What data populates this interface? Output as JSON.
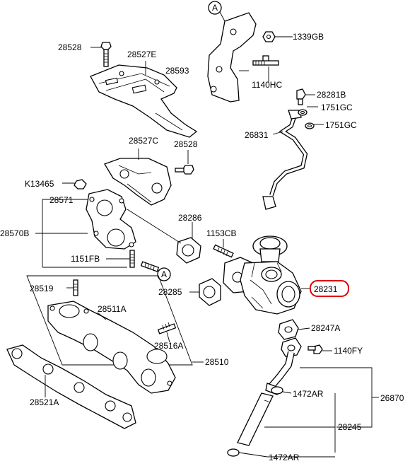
{
  "highlight_color": "#e00000",
  "callout_ref": "A",
  "labels": {
    "p1339GB": "1339GB",
    "p28528_top": "28528",
    "p28527E": "28527E",
    "p28593": "28593",
    "p1140HC": "1140HC",
    "p28281B": "28281B",
    "p1751GC_a": "1751GC",
    "p1751GC_b": "1751GC",
    "p26831": "26831",
    "p28527C": "28527C",
    "p28528_mid": "28528",
    "pK13465": "K13465",
    "p28571": "28571",
    "p28570B": "28570B",
    "p28286": "28286",
    "p1153CB": "1153CB",
    "p1151FB": "1151FB",
    "p28231": "28231",
    "p28519": "28519",
    "p28285": "28285",
    "p28511A": "28511A",
    "p28247A": "28247A",
    "p28516A": "28516A",
    "p1140FY": "1140FY",
    "p28510": "28510",
    "p1472AR_a": "1472AR",
    "p26870": "26870",
    "p28521A": "28521A",
    "p28245": "28245",
    "p1472AR_b": "1472AR"
  }
}
